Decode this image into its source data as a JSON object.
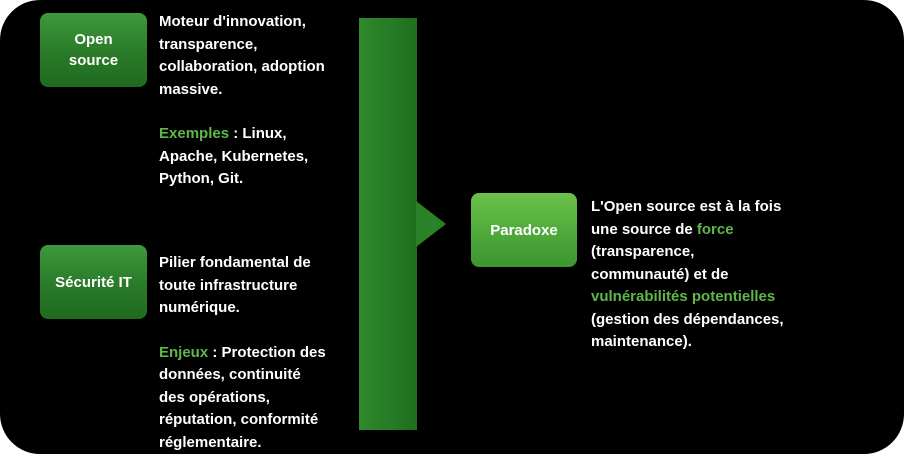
{
  "open_source": {
    "label_line1": "Open",
    "label_line2": "source",
    "desc_lines": [
      "Moteur d'innovation,",
      "transparence,",
      "collaboration, adoption",
      "massive."
    ],
    "examples_label": "Exemples",
    "examples_lines": [
      " : Linux,",
      "Apache, Kubernetes,",
      "Python, Git."
    ]
  },
  "securite": {
    "label": "Sécurité IT",
    "desc_lines": [
      "Pilier fondamental de",
      "toute infrastructure",
      "numérique."
    ],
    "enjeux_label": "Enjeux",
    "enjeux_lines": [
      " : Protection des",
      "données, continuité",
      "des opérations,",
      "réputation, conformité",
      "réglementaire."
    ]
  },
  "paradoxe": {
    "label": "Paradoxe",
    "line1": "L'Open source est à la fois",
    "line2_pre": "une source de ",
    "line2_accent": "force",
    "line3": "(transparence,",
    "line4": "communauté) et de",
    "line5_accent": "vulnérabilités potentielles",
    "line6": "(gestion des dépendances,",
    "line7": "maintenance)."
  },
  "colors": {
    "background": "#000000",
    "accent_text": "#5fb64a",
    "box_green": "#2a7a28",
    "box_light_green": "#4fa83a"
  }
}
